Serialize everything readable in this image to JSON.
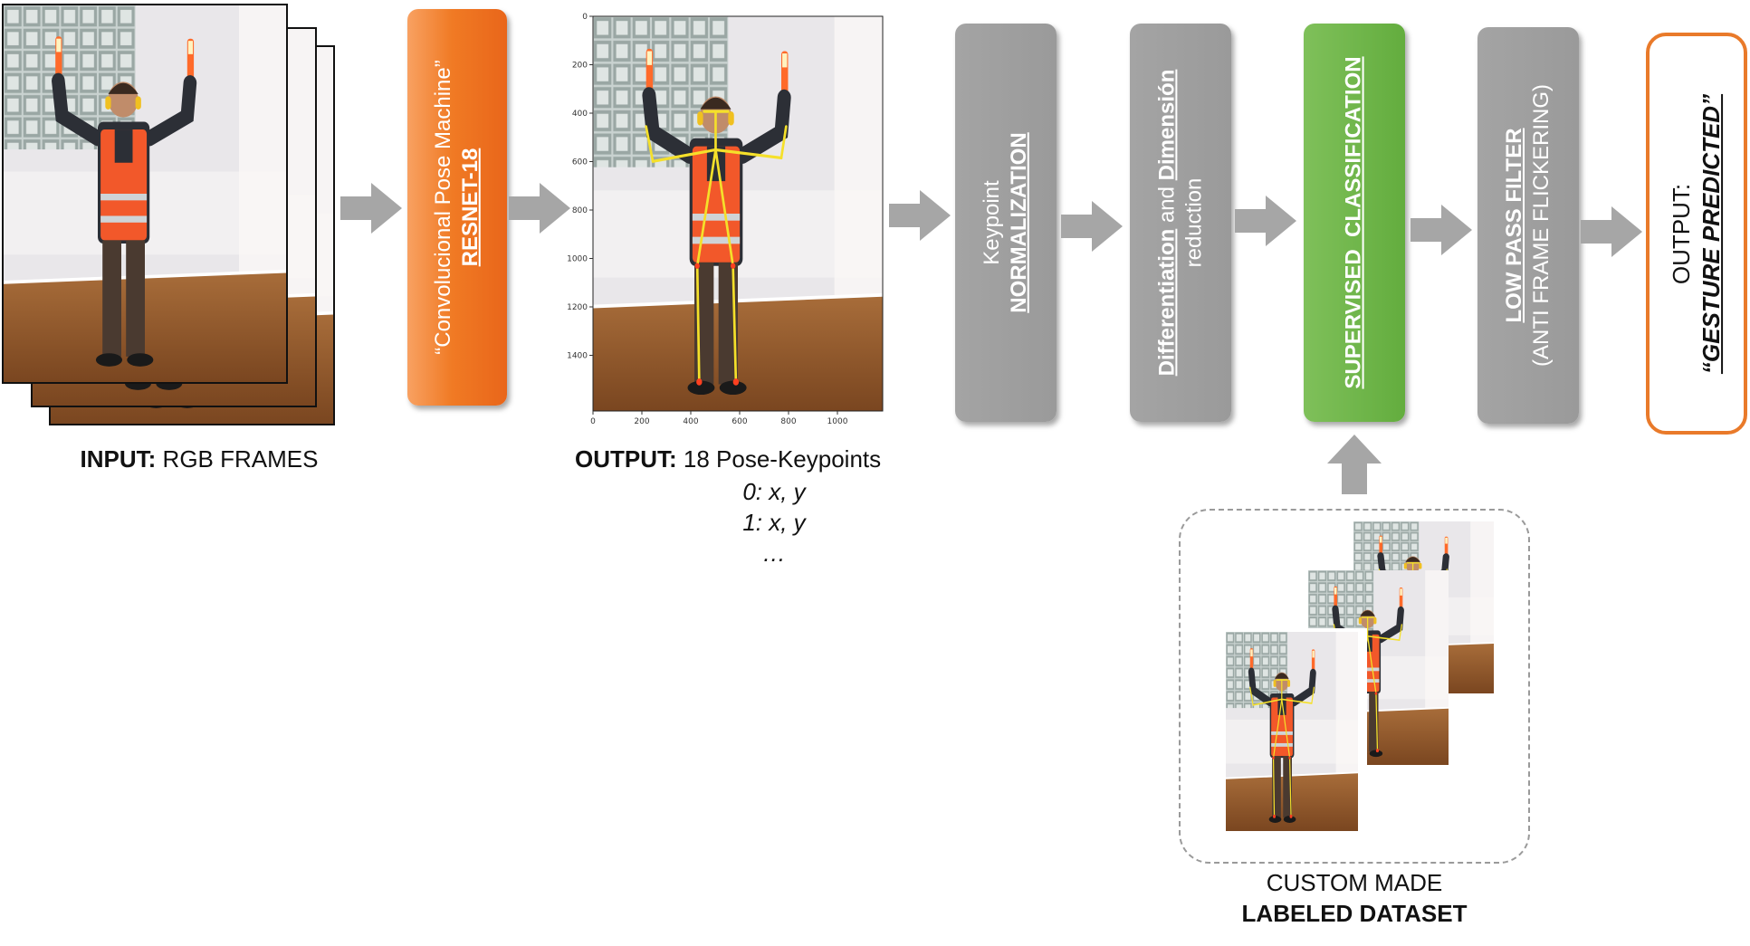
{
  "input": {
    "label_bold": "INPUT:",
    "label_rest": " RGB FRAMES"
  },
  "cpm": {
    "line1": "“Convolucional Pose Machine”",
    "line2": "RESNET-18"
  },
  "pose_output": {
    "label_bold": "OUTPUT:",
    "label_rest": " 18 Pose-Keypoints",
    "kp_lines": [
      "0: x, y",
      "1: x, y",
      "…"
    ],
    "y_ticks": [
      "0",
      "200",
      "400",
      "600",
      "800",
      "1000",
      "1200",
      "1400"
    ],
    "x_ticks": [
      "0",
      "200",
      "400",
      "600",
      "800",
      "1000"
    ]
  },
  "normalization": {
    "line1": "Keypoint",
    "line2": "NORMALIZATION"
  },
  "differentiation": {
    "w1": "Differentiation",
    "w2": " and ",
    "w3": "Dimensión",
    "line2": "reduction"
  },
  "classification": {
    "label": "SUPERVISED  CLASSIFICATION"
  },
  "filter": {
    "line1": "LOW PASS FILTER",
    "line2": "(ANTI FRAME FLICKERING)"
  },
  "gesture_output": {
    "line1": "OUTPUT:",
    "line2": "“GESTURE PREDICTED”"
  },
  "dataset": {
    "line1": "CUSTOM MADE",
    "line2": "LABELED DATASET"
  },
  "colors": {
    "orange": "#f07a24",
    "gray": "#9c9c9c",
    "green": "#63ad3e",
    "arrow": "#a6a6a6",
    "skeleton": "#f5e02a"
  }
}
